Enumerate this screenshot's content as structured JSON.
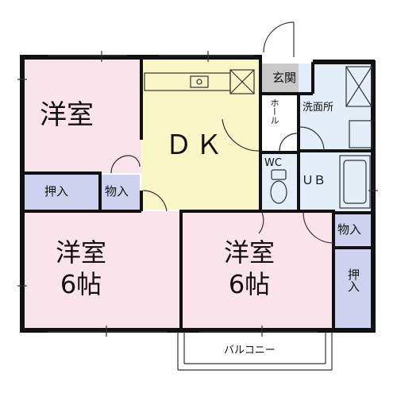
{
  "rooms": {
    "western_top": {
      "line1": "洋室"
    },
    "dk": {
      "line1": "ＤＫ"
    },
    "western_left": {
      "line1": "洋室",
      "line2": "6帖"
    },
    "western_right": {
      "line1": "洋室",
      "line2": "6帖"
    },
    "closet_left": {
      "line1": "押入"
    },
    "storage_mid": {
      "line1": "物入"
    },
    "storage_right": {
      "line1": "物入"
    },
    "closet_right": {
      "line1": "押入"
    },
    "entrance": {
      "line1": "玄関"
    },
    "hall": {
      "line1": "ホール"
    },
    "washroom": {
      "line1": "洗面所"
    },
    "wc": {
      "line1": "WC"
    },
    "ub": {
      "line1": "ＵＢ"
    },
    "balcony": {
      "line1": "バルコニー"
    }
  },
  "colors": {
    "western_room": "#fbe3ec",
    "dk": "#f8f5c6",
    "storage": "#cfd2ee",
    "entrance": "#c9c9c9",
    "bath": "#e3eef8",
    "wall": "#111111"
  }
}
